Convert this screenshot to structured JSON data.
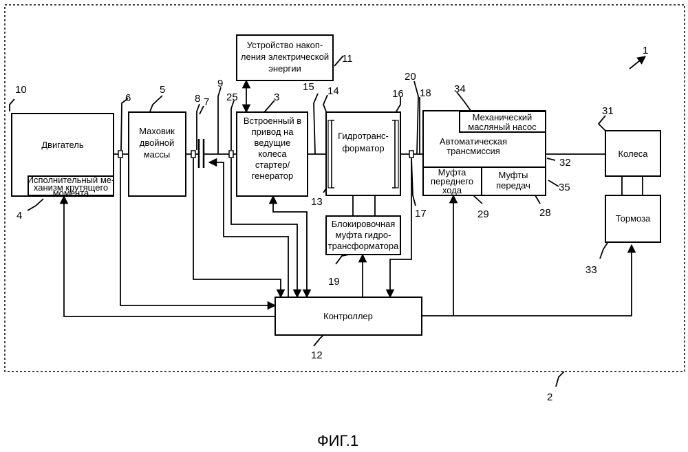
{
  "blocks": {
    "engine": "Двигатель",
    "actuator": [
      "Исполнительный ме-",
      "ханизм крутящего",
      "момента"
    ],
    "flywheel": [
      "Маховик",
      "двойной",
      "массы"
    ],
    "storage": [
      "Устройство накоп-",
      "ления электрической",
      "энергии"
    ],
    "isg": [
      "Встроенный в",
      "привод на",
      "ведущие",
      "колеса",
      "стартер/",
      "генератор"
    ],
    "converter": [
      "Гидротранс-",
      "форматор"
    ],
    "lockup": [
      "Блокировочная",
      "муфта гидро-",
      "трансформатора"
    ],
    "transmission": [
      "Автоматическая",
      "трансмиссия"
    ],
    "pump": [
      "Механический",
      "масляный насос"
    ],
    "forward_clutch": [
      "Муфта",
      "переднего",
      "хода"
    ],
    "gear_clutches": [
      "Муфты",
      "передач"
    ],
    "wheels": "Колеса",
    "brakes": "Тормоза",
    "controller": "Контроллер"
  },
  "refs": {
    "r1": "1",
    "r2": "2",
    "r3": "3",
    "r4": "4",
    "r5": "5",
    "r6": "6",
    "r7": "7",
    "r8": "8",
    "r9": "9",
    "r10": "10",
    "r11": "11",
    "r12": "12",
    "r13": "13",
    "r14": "14",
    "r15": "15",
    "r16": "16",
    "r17": "17",
    "r18": "18",
    "r19": "19",
    "r20": "20",
    "r25": "25",
    "r28": "28",
    "r29": "29",
    "r31": "31",
    "r32": "32",
    "r33": "33",
    "r34": "34",
    "r35": "35"
  },
  "caption": "ФИГ.1"
}
